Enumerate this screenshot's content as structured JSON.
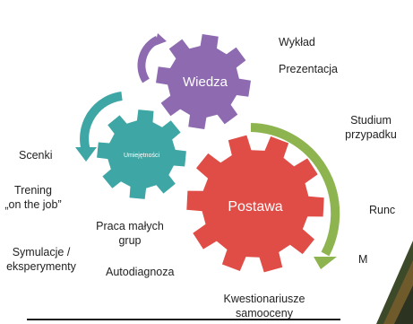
{
  "gears": {
    "knowledge": {
      "label": "Wiedza",
      "color": "#8e6bb0"
    },
    "skills": {
      "label": "Umiejętności",
      "color": "#3ea6a4"
    },
    "attitude": {
      "label": "Postawa",
      "color": "#e04d47"
    }
  },
  "arrows": {
    "purple": "#8e6bb0",
    "teal": "#3ea6a4",
    "green": "#8db44f"
  },
  "labels": {
    "wyklad": "Wykład",
    "prezentacja": "Prezentacja",
    "studium_line1": "Studium",
    "studium_line2": "przypadku",
    "scenki": "Scenki",
    "trening_line1": "Trening",
    "trening_line2": "„on the job”",
    "praca_line1": "Praca małych",
    "praca_line2": "grup",
    "symulacje_line1": "Symulacje /",
    "symulacje_line2": "eksperymenty",
    "autodiagnoza": "Autodiagnoza",
    "kwest_line1": "Kwestionariusze",
    "kwest_line2": "samooceny",
    "cut_run": "Runc",
    "cut_m": "M"
  }
}
